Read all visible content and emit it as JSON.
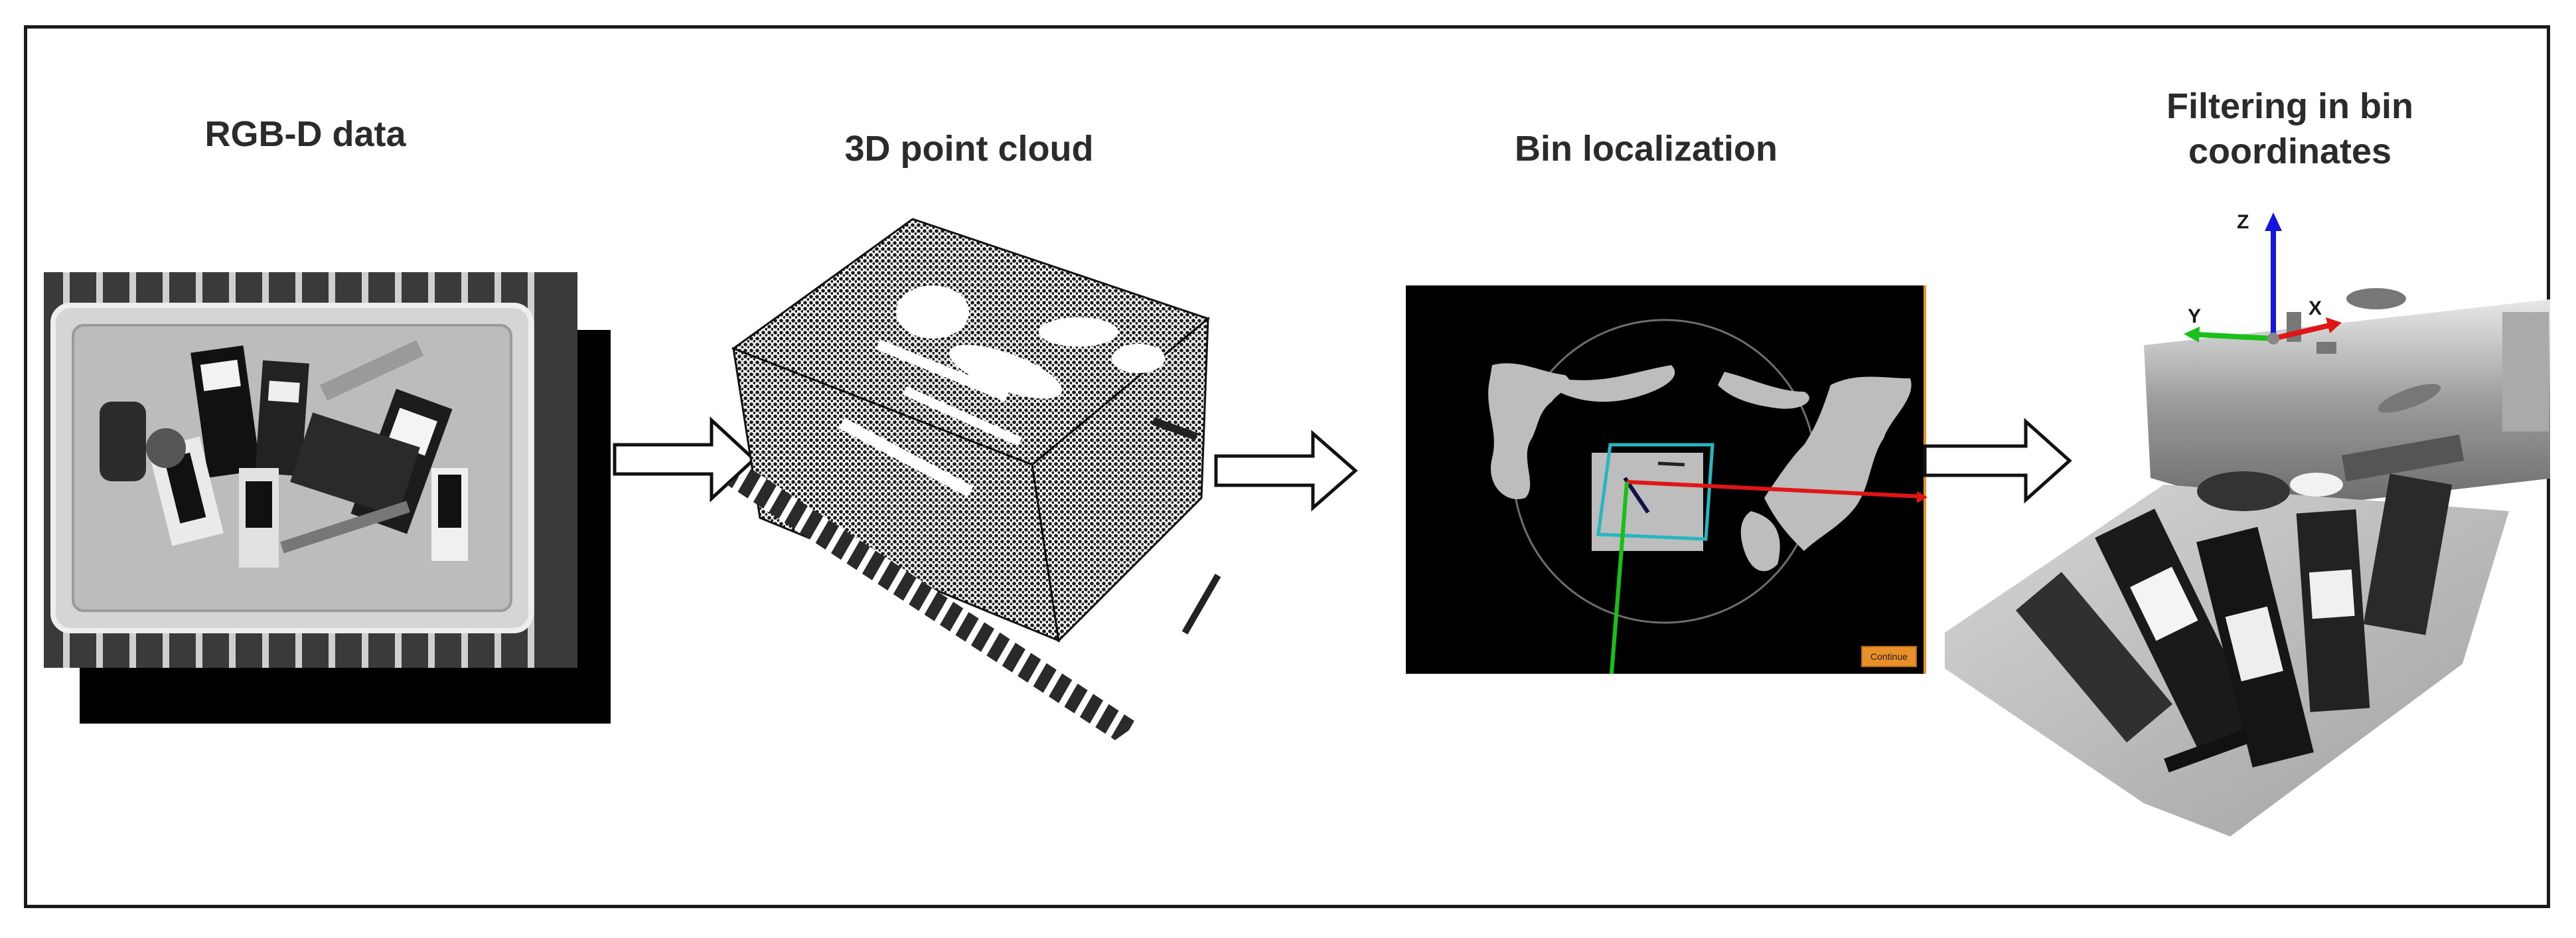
{
  "stages": [
    {
      "title": "RGB-D data"
    },
    {
      "title": "3D point cloud"
    },
    {
      "title": "Bin localization"
    },
    {
      "title": "Filtering in bin coordinates"
    }
  ],
  "localization_panel": {
    "continue_label": "Continue"
  },
  "axes": {
    "x_label": "X",
    "y_label": "Y",
    "z_label": "Z"
  },
  "colors": {
    "border": "#1a1a1a",
    "title_text": "#2b2b2b",
    "axis_x": "#e01515",
    "axis_y": "#18c018",
    "axis_z": "#1515e0",
    "bin_outline": "#27b5c0",
    "continue_button": "#e8902a"
  }
}
